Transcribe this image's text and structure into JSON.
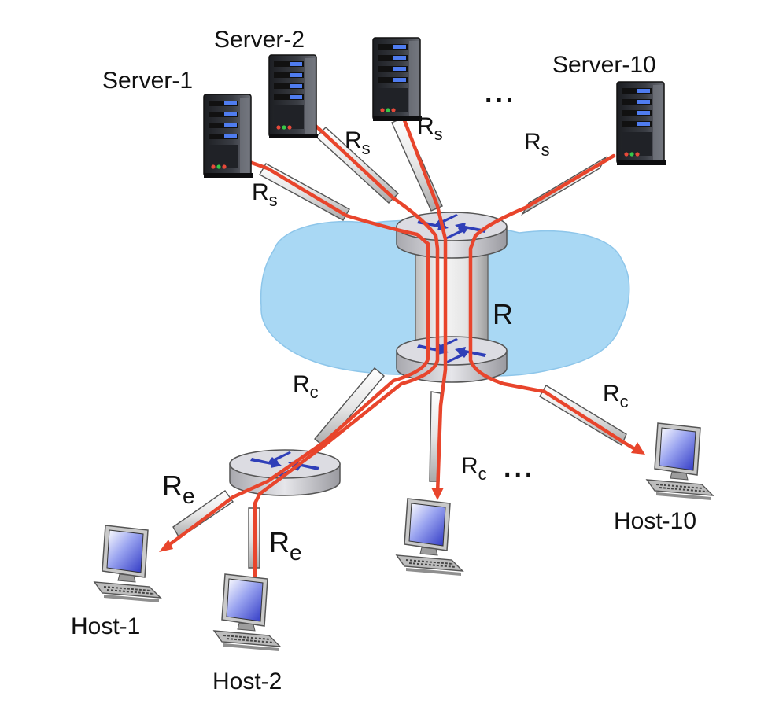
{
  "title": "",
  "colors": {
    "route": "#e8452c",
    "network_cloud": "#a9d8f4",
    "router_body": "#d0d0d4",
    "router_arrows": "#2f3fb8",
    "server_body": "#2a2d33",
    "server_led": "#4f7cf0",
    "screen": "#4656d8"
  },
  "ellipses": {
    "servers": "...",
    "hosts": "..."
  },
  "servers": [
    {
      "id": "server-1",
      "label": "Server-1",
      "icon": "server-rack-icon"
    },
    {
      "id": "server-2",
      "label": "Server-2",
      "icon": "server-rack-icon"
    },
    {
      "id": "server-3",
      "label": "",
      "icon": "server-rack-icon"
    },
    {
      "id": "server-10",
      "label": "Server-10",
      "icon": "server-rack-icon"
    }
  ],
  "hosts": [
    {
      "id": "host-1",
      "label": "Host-1",
      "icon": "desktop-computer-icon"
    },
    {
      "id": "host-2",
      "label": "Host-2",
      "icon": "desktop-computer-icon"
    },
    {
      "id": "host-3",
      "label": "",
      "icon": "desktop-computer-icon"
    },
    {
      "id": "host-10",
      "label": "Host-10",
      "icon": "desktop-computer-icon"
    }
  ],
  "routers": [
    {
      "id": "core-router-top",
      "icon": "router-icon"
    },
    {
      "id": "core-router-bottom",
      "icon": "router-icon"
    },
    {
      "id": "edge-router",
      "icon": "router-icon"
    }
  ],
  "links": {
    "server_rate": {
      "symbol": "R",
      "sub": "s"
    },
    "shared_rate": {
      "symbol": "R",
      "sub": ""
    },
    "client_rate": {
      "symbol": "R",
      "sub": "c"
    },
    "edge_rate": {
      "symbol": "R",
      "sub": "e"
    }
  }
}
